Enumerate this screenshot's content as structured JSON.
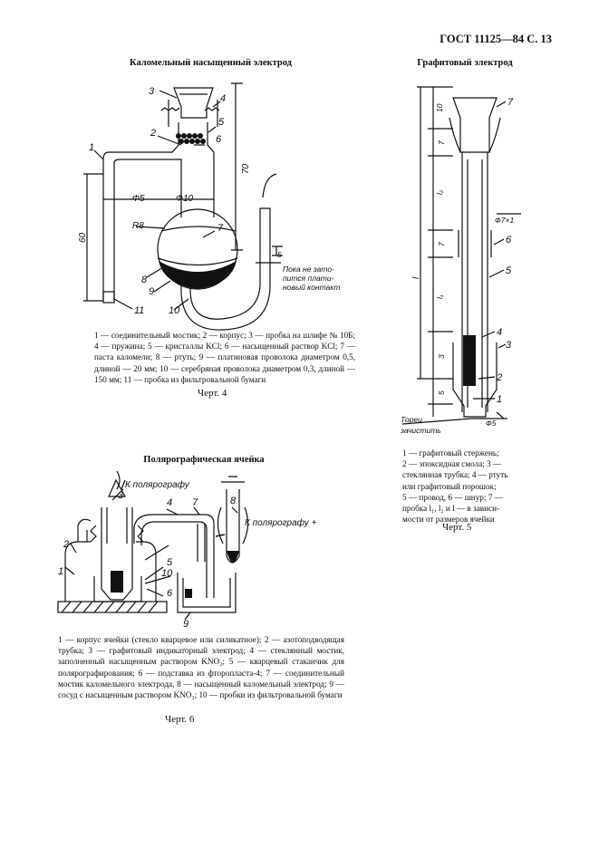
{
  "header": {
    "code": "ГОСТ 11125—84 С. 13"
  },
  "fig4": {
    "title": "Каломельный насыщенный электрод",
    "labels": [
      "1",
      "2",
      "3",
      "4",
      "5",
      "6",
      "7",
      "8",
      "9",
      "10",
      "11"
    ],
    "dims": {
      "d5": "Ф5",
      "d10": "Ф10",
      "r8": "R8",
      "h70": "70",
      "h60": "60",
      "gap": "5"
    },
    "note_lines": [
      "Пока не зато-",
      "пится плати-",
      "новый контакт"
    ],
    "caption": "1 — соединительный мостик; 2 — корпус; 3 — пробка на шлифе № 10Б; 4 — пружина; 5 — кристаллы KCl; 6 — насыщенный раствор KCl; 7 — паста каломели; 8 — ртуть; 9 — платиновая проволока диаметром 0,5, длиной — 20 мм; 10 — серебряная проволока диаметром 0,3, длиной — 150 мм; 11 — пробка из фильтровальной бумаги",
    "chert": "Черт. 4"
  },
  "fig5": {
    "title": "Графитовый электрод",
    "labels": [
      "7",
      "6",
      "5",
      "4",
      "3",
      "2",
      "1"
    ],
    "dims": {
      "d10": "10",
      "d7a": "7",
      "l2": "l₂",
      "l": "l",
      "d7b": "7",
      "l1": "l₁",
      "d3": "3",
      "d5": "5",
      "dia7": "Ф7×1",
      "dia5": "Ф5"
    },
    "note_lines": [
      "Торец",
      "зачистить"
    ],
    "caption_lines": [
      "1 — графитовый стержень;",
      "2 — эпоксидная смола; 3 —",
      "стеклянная трубка; 4 — ртуть",
      "или графитовый порошок;",
      "5 — провод, 6 — шнур; 7 —",
      "пробка l₁, l₂ и l — в зависи-",
      "мости от размеров ячейки"
    ],
    "chert": "Черт. 5"
  },
  "fig6": {
    "title": "Полярографическая ячейка",
    "to_polarograph": "К полярографу",
    "to_polarograph_plus": "К полярографу +",
    "labels": [
      "1",
      "2",
      "3",
      "4",
      "5",
      "6",
      "7",
      "8",
      "9",
      "10"
    ],
    "caption": "1 — корпус ячейки (стекло кварцевое или силикатное); 2 — азотоподводящая трубка; 3 — графитовый индикаторный электрод; 4 — стеклянный мостик, заполненный насыщенным раствором KNO₃; 5 — кварцевый стаканчик для полярографирования; 6 — подставка из фторопласта-4; 7 — соединительный мостик каломельного электрода, 8 — насыщенный каломельный электрод; 9 — сосуд с насыщенным раствором KNO₃; 10 — пробки из фильтровальной бумаги",
    "chert": "Черт. 6"
  }
}
